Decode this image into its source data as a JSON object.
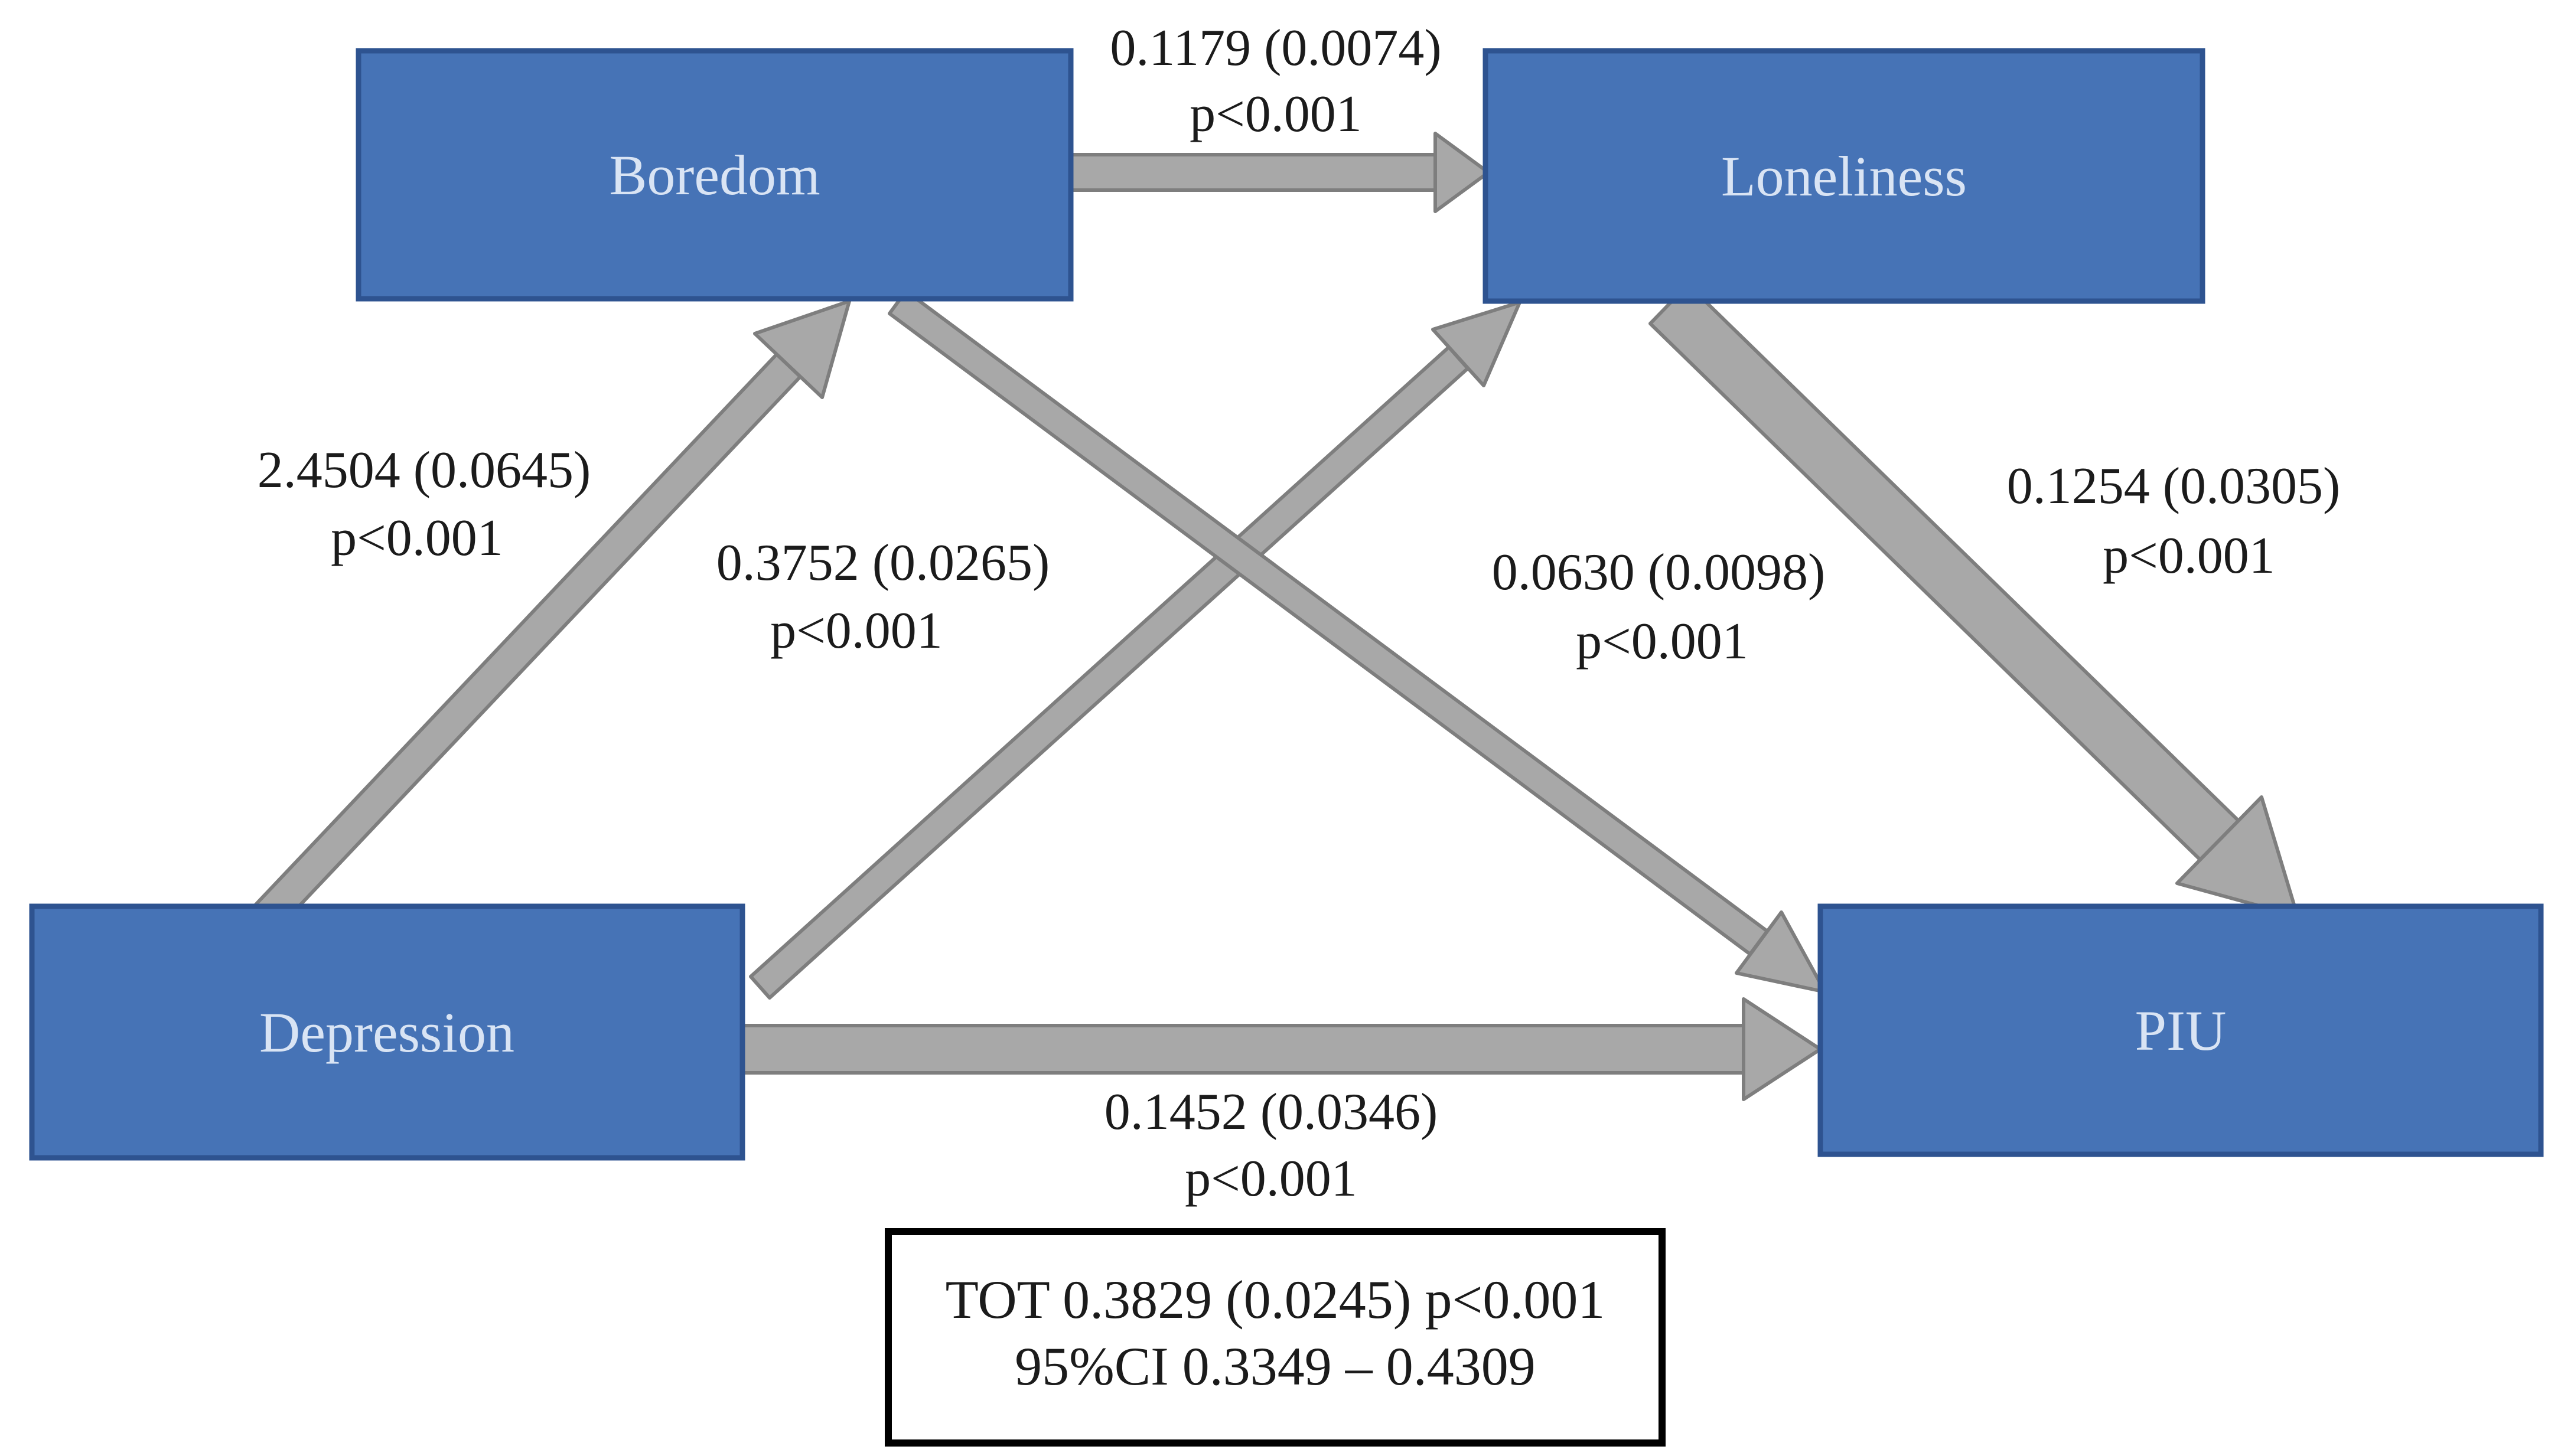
{
  "diagram": {
    "nodes": {
      "boredom": {
        "label": "Boredom"
      },
      "loneliness": {
        "label": "Loneliness"
      },
      "depression": {
        "label": "Depression"
      },
      "piu": {
        "label": "PIU"
      }
    },
    "paths": {
      "boredom_to_loneliness": {
        "coef": "0.1179 (0.0074)",
        "p": "p<0.001"
      },
      "depression_to_boredom": {
        "coef": "2.4504 (0.0645)",
        "p": "p<0.001"
      },
      "depression_to_loneliness": {
        "coef": "0.3752 (0.0265)",
        "p": "p<0.001"
      },
      "boredom_to_piu": {
        "coef": "0.0630 (0.0098)",
        "p": "p<0.001"
      },
      "loneliness_to_piu": {
        "coef": "0.1254 (0.0305)",
        "p": "p<0.001"
      },
      "depression_to_piu": {
        "coef": "0.1452 (0.0346)",
        "p": "p<0.001"
      }
    },
    "total_effect": {
      "line1": "TOT 0.3829 (0.0245) p<0.001",
      "line2": "95%CI 0.3349 – 0.4309"
    },
    "colors": {
      "node_fill": "#4673B6",
      "node_border": "#2E5390",
      "node_text": "#D9E4F4",
      "arrow_fill": "#A8A8A8",
      "arrow_outline": "#7E7E7E",
      "label_text": "#1B1B1B",
      "tot_border": "#000000",
      "tot_fill": "#FFFFFF",
      "bg": "#FFFFFF"
    }
  }
}
